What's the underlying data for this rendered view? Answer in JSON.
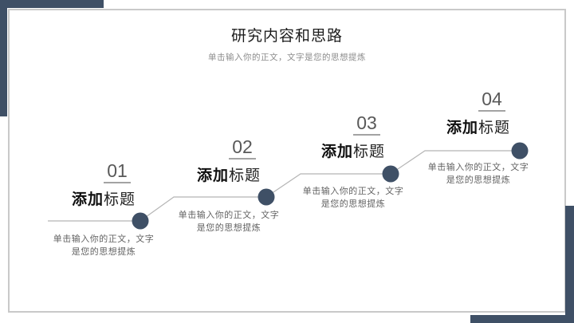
{
  "slide": {
    "title": "研究内容和思路",
    "subtitle": "单击输入你的正文，文字是您的思想提炼"
  },
  "steps": [
    {
      "number": "01",
      "title_strong": "添加",
      "title_rest": "标题",
      "body_line1": "单击输入你的正文，文字",
      "body_line2": "是您的思想提炼"
    },
    {
      "number": "02",
      "title_strong": "添加",
      "title_rest": "标题",
      "body_line1": "单击输入你的正文，文字",
      "body_line2": "是您的思想提炼"
    },
    {
      "number": "03",
      "title_strong": "添加",
      "title_rest": "标题",
      "body_line1": "单击输入你的正文，文字",
      "body_line2": "是您的思想提炼"
    },
    {
      "number": "04",
      "title_strong": "添加",
      "title_rest": "标题",
      "body_line1": "单击输入你的正文，文字",
      "body_line2": "是您的思想提炼"
    }
  ],
  "colors": {
    "accent": "#3f5066",
    "connector": "#b5b5b5",
    "frame": "#c9c9c9"
  }
}
